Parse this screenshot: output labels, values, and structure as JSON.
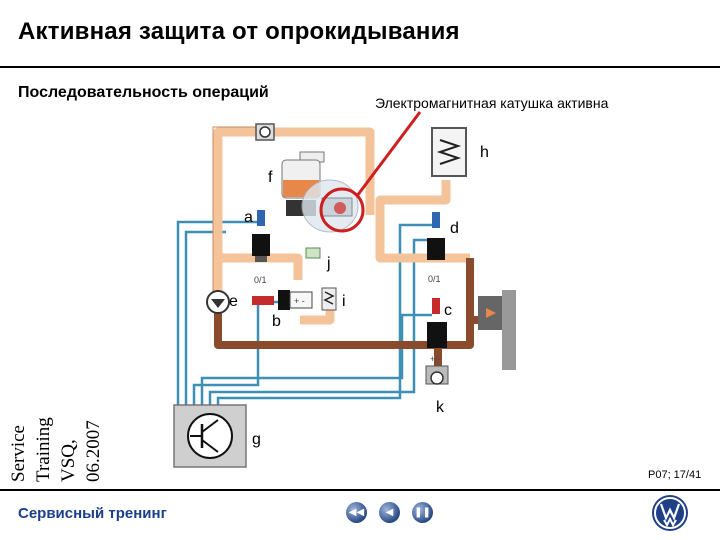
{
  "header": {
    "title": "Активная защита от опрокидывания",
    "subtitle": "Последовательность операций"
  },
  "diagram": {
    "callout": "Электромагнитная катушка активна",
    "labels": {
      "a": "a",
      "b": "b",
      "c": "c",
      "d": "d",
      "e": "e",
      "f": "f",
      "g": "g",
      "h": "h",
      "i": "i",
      "j": "j",
      "k": "k"
    },
    "valve_markings": {
      "switch_a": "0/1",
      "switch_d": "0/1",
      "sensor_b": "+ -",
      "sensor_k": "+/-"
    },
    "colors": {
      "hydraulic_light": "#f4c39a",
      "hydraulic_dark": "#8a4a2c",
      "signal_wire": "#3e8fb4",
      "callout_red": "#cc1f1f",
      "reservoir_fluid": "#e8874a"
    }
  },
  "sidebar": {
    "vertical_text": [
      "Service",
      "Training",
      "VSQ,",
      "06.2007"
    ]
  },
  "slide_number": "P07; 17/41",
  "footer": {
    "label": "Сервисный тренинг",
    "nav": [
      {
        "name": "first",
        "icon": "rewind-icon"
      },
      {
        "name": "back",
        "icon": "back-icon"
      },
      {
        "name": "pause",
        "icon": "pause-icon"
      }
    ]
  }
}
